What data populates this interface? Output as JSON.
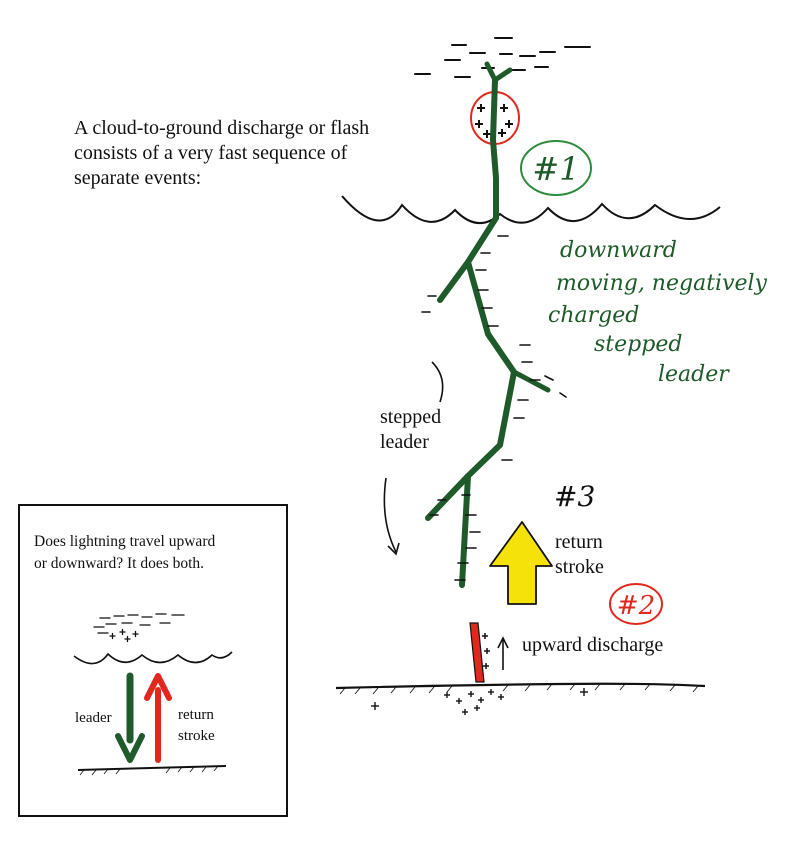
{
  "intro": {
    "line1": "A cloud-to-ground discharge or flash",
    "line2": "consists of a very fast sequence of",
    "line3": "separate events:"
  },
  "labels": {
    "step1_marker": "#1",
    "step1_line1": "downward",
    "step1_line2": "moving, negatively",
    "step1_line3": "charged",
    "step1_line4": "stepped",
    "step1_line5": "leader",
    "stepped_leader_line1": "stepped",
    "stepped_leader_line2": "leader",
    "step3_marker": "#3",
    "return_stroke_line1": "return",
    "return_stroke_line2": "stroke",
    "step2_marker": "#2",
    "upward_discharge": "upward discharge"
  },
  "inset": {
    "question_line1": "Does lightning travel upward",
    "question_line2": "or downward?  It does both.",
    "leader_label": "leader",
    "return_line1": "return",
    "return_line2": "stroke"
  },
  "colors": {
    "leader_green": "#1f5a2a",
    "marker_green": "#2e8b3d",
    "return_yellow": "#f4e20a",
    "discharge_red": "#e0281e",
    "ink": "#111111"
  }
}
